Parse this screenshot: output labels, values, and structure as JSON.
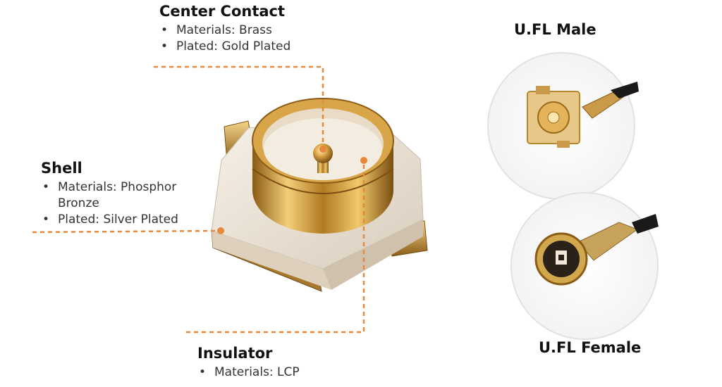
{
  "center_contact": {
    "title": "Center Contact",
    "bullets": [
      "Materials: Brass",
      "Plated: Gold Plated"
    ]
  },
  "shell": {
    "title": "Shell",
    "bullets": [
      "Materials: Phosphor Bronze",
      "Plated: Silver Plated"
    ]
  },
  "insulator": {
    "title": "Insulator",
    "bullets": [
      "Materials: LCP"
    ]
  },
  "ufl_male": {
    "title": "U.FL Male"
  },
  "ufl_female": {
    "title": "U.FL Female"
  },
  "colors": {
    "leader_line": "#e8883a",
    "gold": "#c8962e",
    "insulator": "#ece3d6"
  }
}
